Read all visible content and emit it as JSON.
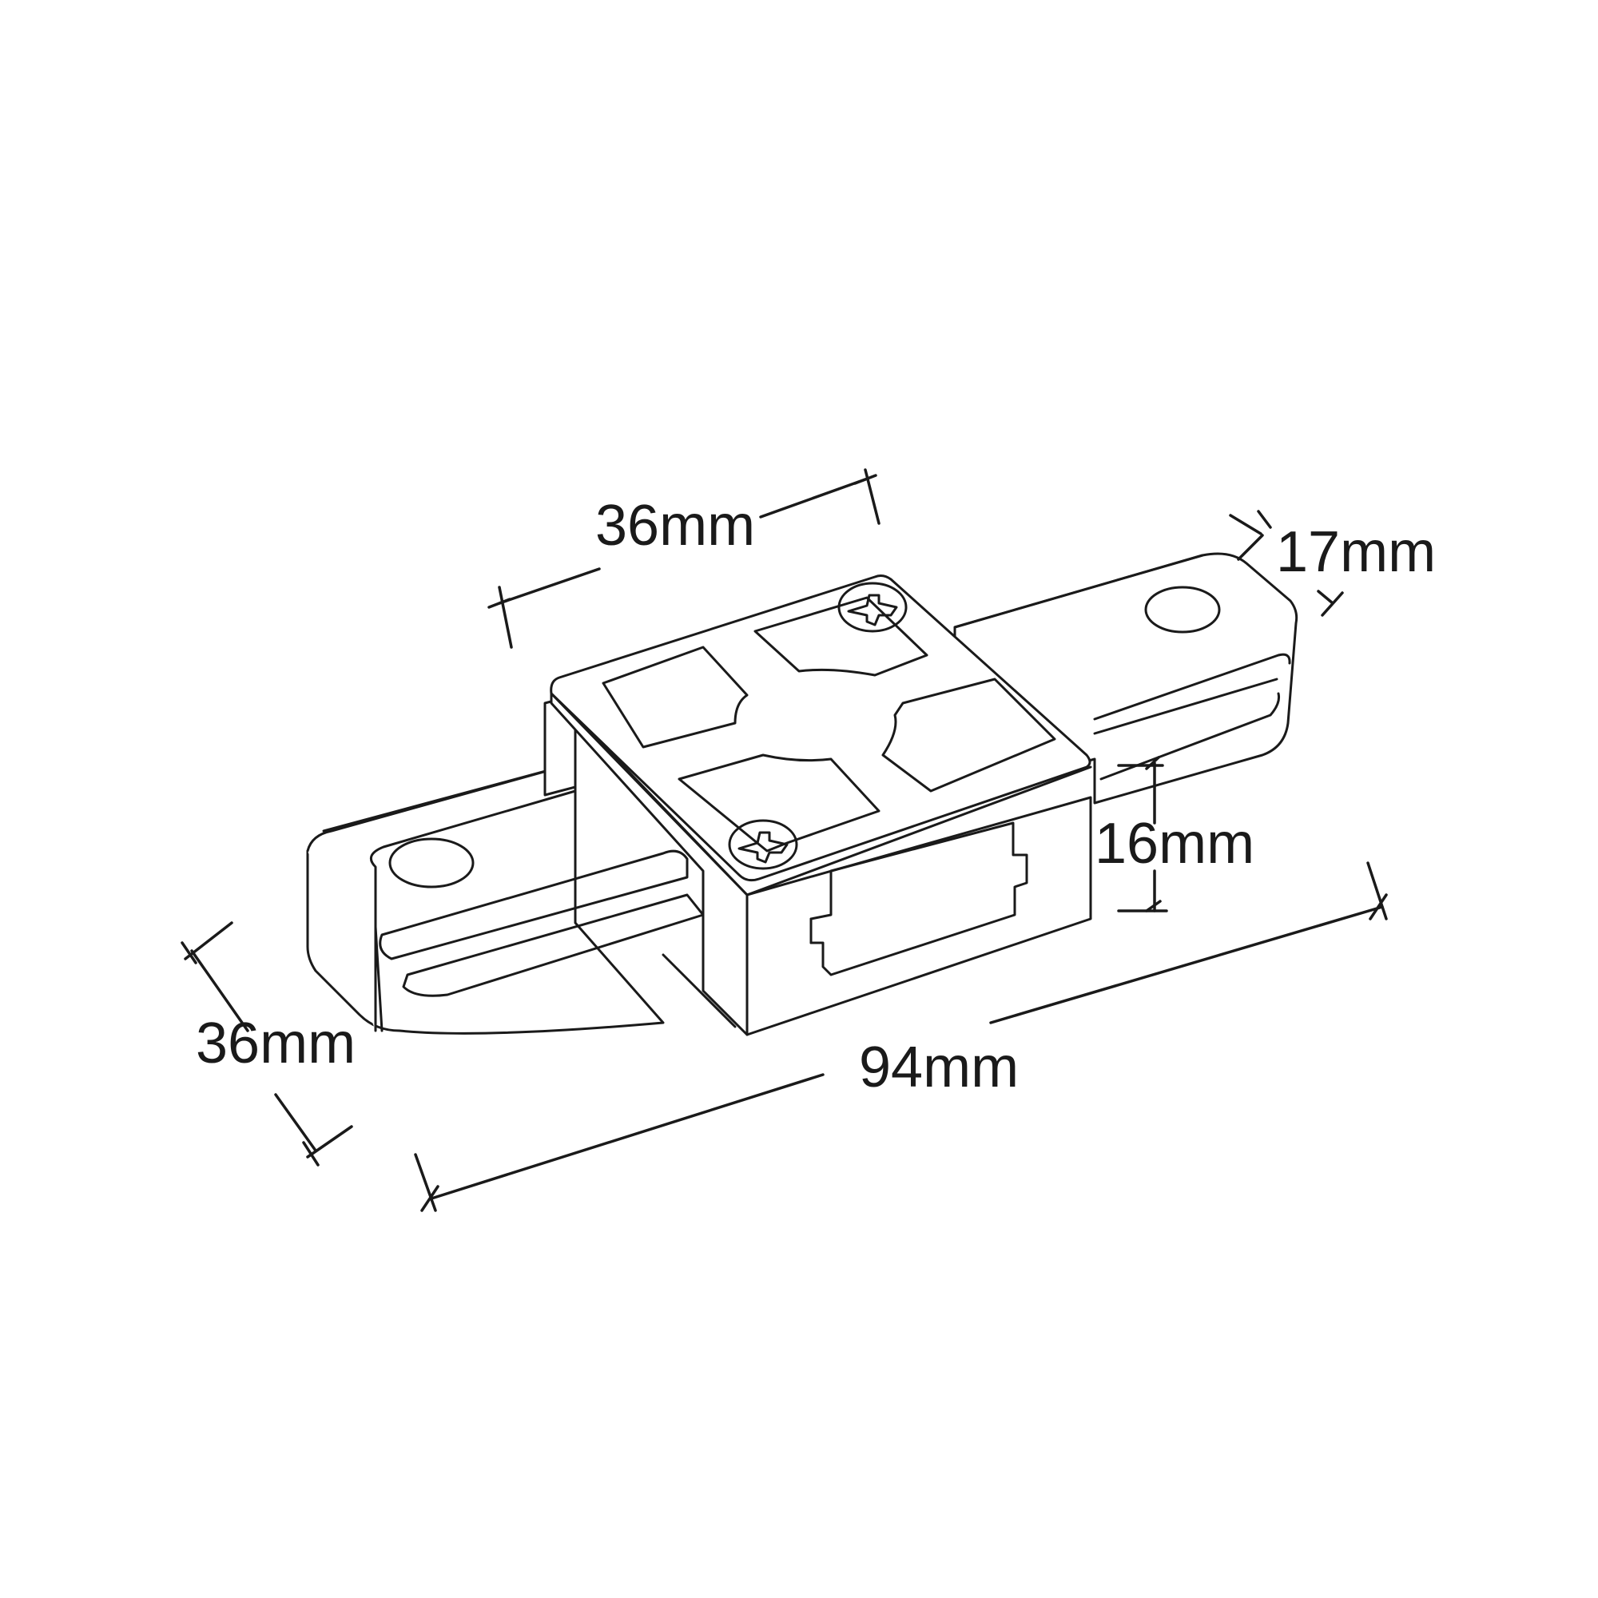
{
  "dimensions": {
    "top_width": "36mm",
    "right_thickness": "17mm",
    "height": "16mm",
    "left_depth": "36mm",
    "length": "94mm"
  },
  "colors": {
    "line": "#1a1a1a",
    "background": "#ffffff"
  }
}
